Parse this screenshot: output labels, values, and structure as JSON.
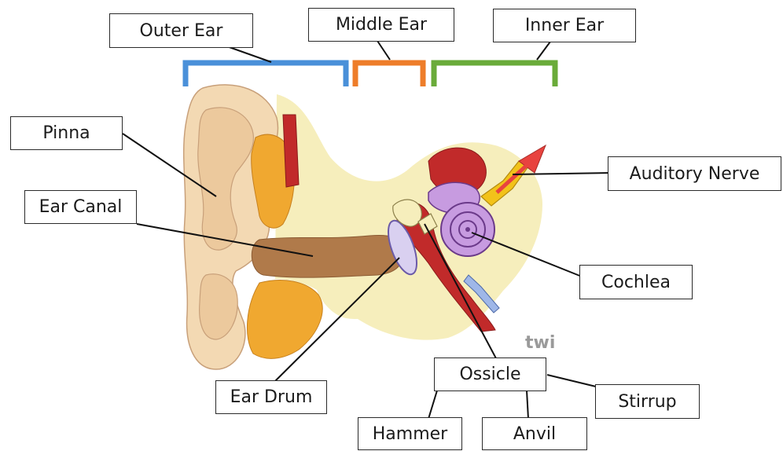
{
  "labels": {
    "outer_ear": "Outer Ear",
    "middle_ear": "Middle Ear",
    "inner_ear": "Inner Ear",
    "pinna": "Pinna",
    "ear_canal": "Ear Canal",
    "auditory_nerve": "Auditory Nerve",
    "cochlea": "Cochlea",
    "ear_drum": "Ear Drum",
    "ossicle": "Ossicle",
    "stirrup": "Stirrup",
    "hammer": "Hammer",
    "anvil": "Anvil"
  },
  "watermark": "twi",
  "colors": {
    "outer_bracket": "#4a90d9",
    "middle_bracket": "#ee7d2a",
    "inner_bracket": "#6aab3a",
    "skin": "#f3d9b3",
    "canal": "#b07a4a",
    "bone": "#f6eebc",
    "orange_tissue": "#f0a830",
    "red_tissue": "#c12a2a",
    "cochlea": "#c79be0",
    "nerve": "#f2c21a",
    "arrow": "#e8433f",
    "line": "#111111"
  }
}
